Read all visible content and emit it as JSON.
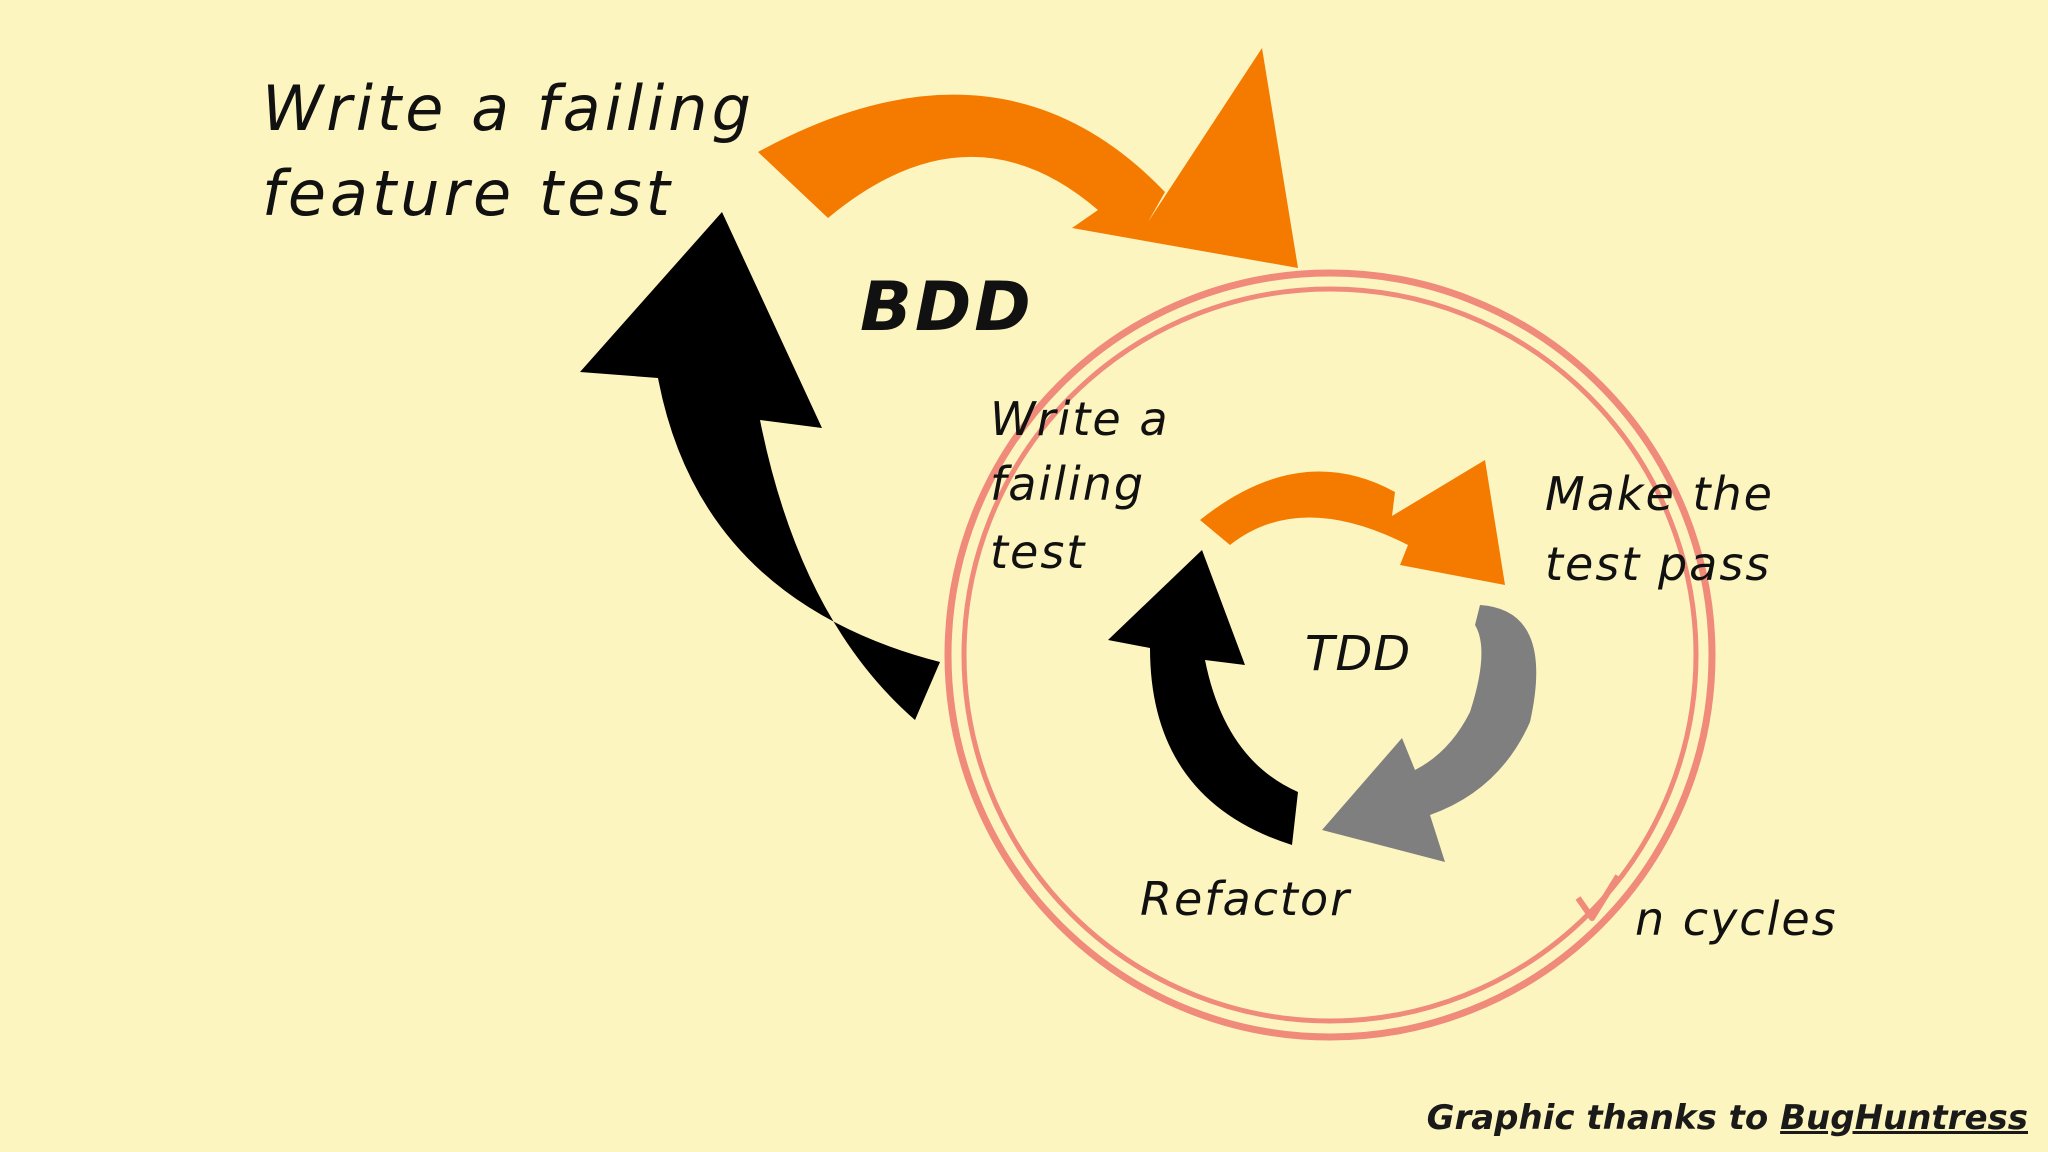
{
  "bdd": {
    "label": "BDD",
    "step_write_line1": "Write a failing",
    "step_write_line2": "feature test"
  },
  "tdd": {
    "label": "TDD",
    "step_write_line1": "Write a",
    "step_write_line2": "failing",
    "step_write_line3": "test",
    "step_pass_line1": "Make the",
    "step_pass_line2": "test pass",
    "step_refactor": "Refactor"
  },
  "cycle_note": "n cycles",
  "credit": {
    "prefix": "Graphic thanks to ",
    "link_text": "BugHuntress"
  },
  "colors": {
    "background": "#fdf5bf",
    "orange": "#f57a00",
    "black": "#000000",
    "gray": "#7f7f7f",
    "ring": "#f08a7a"
  }
}
